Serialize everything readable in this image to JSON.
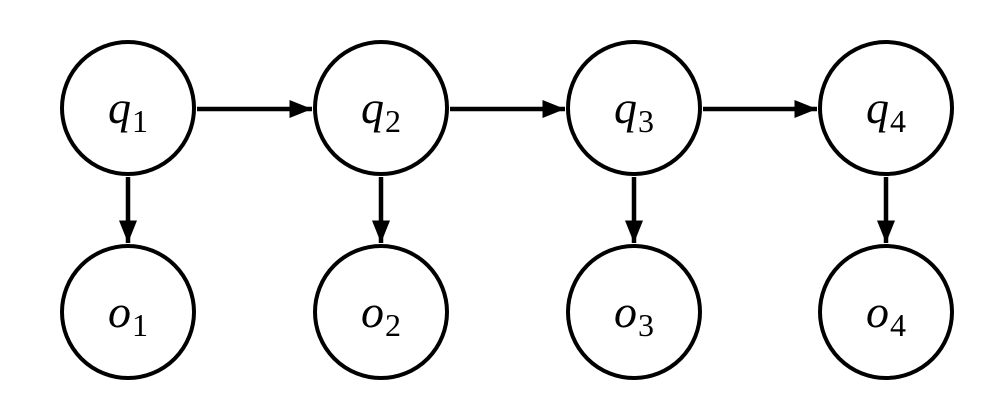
{
  "diagram": {
    "type": "hidden-markov-model",
    "colors": {
      "background": "#ffffff",
      "node_fill": "#ffffff",
      "node_stroke": "#000000",
      "arrow": "#000000",
      "label_text": "#000000"
    },
    "state_nodes": [
      {
        "id": "q1",
        "base": "q",
        "sub": "1"
      },
      {
        "id": "q2",
        "base": "q",
        "sub": "2"
      },
      {
        "id": "q3",
        "base": "q",
        "sub": "3"
      },
      {
        "id": "q4",
        "base": "q",
        "sub": "4"
      }
    ],
    "observation_nodes": [
      {
        "id": "o1",
        "base": "o",
        "sub": "1"
      },
      {
        "id": "o2",
        "base": "o",
        "sub": "2"
      },
      {
        "id": "o3",
        "base": "o",
        "sub": "3"
      },
      {
        "id": "o4",
        "base": "o",
        "sub": "4"
      }
    ],
    "transitions": [
      {
        "from": "q1",
        "to": "q2"
      },
      {
        "from": "q2",
        "to": "q3"
      },
      {
        "from": "q3",
        "to": "q4"
      }
    ],
    "emissions": [
      {
        "from": "q1",
        "to": "o1"
      },
      {
        "from": "q2",
        "to": "o2"
      },
      {
        "from": "q3",
        "to": "o3"
      },
      {
        "from": "q4",
        "to": "o4"
      }
    ]
  }
}
